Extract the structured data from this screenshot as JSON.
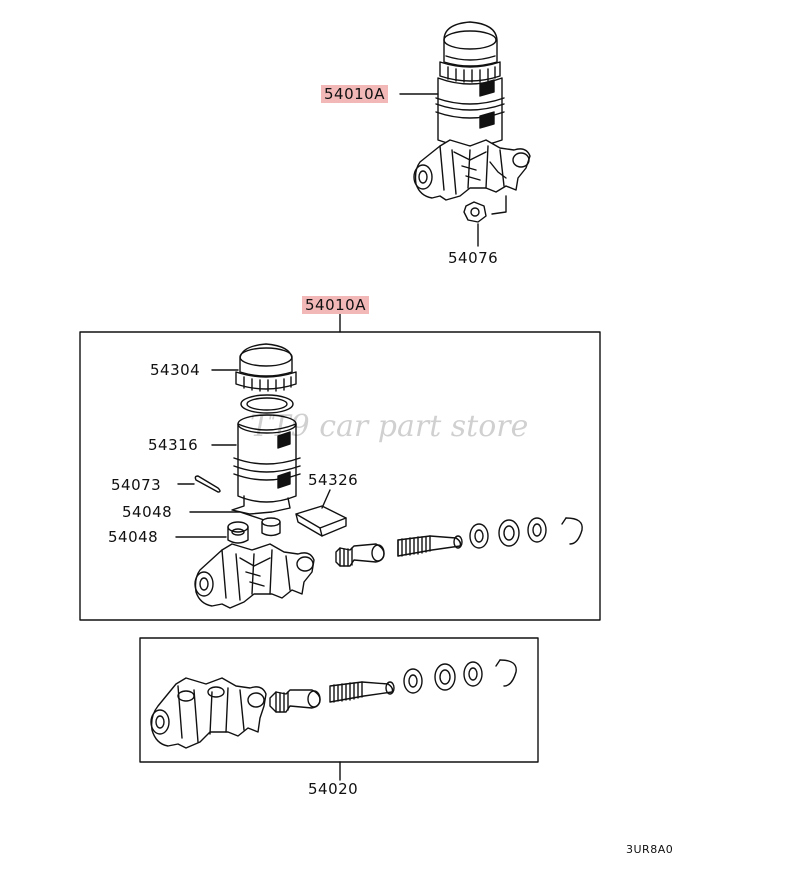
{
  "colors": {
    "line": "#111111",
    "label_highlight": "#f2b8b8",
    "watermark": "#b9b9b9"
  },
  "labels": {
    "assembly_top": "54010A",
    "nut": "54076",
    "assembly_box": "54010A",
    "cap": "54304",
    "reservoir": "54316",
    "pin": "54073",
    "grommet_upper": "54048",
    "grommet_lower": "54048",
    "gasket": "54326",
    "kit": "54020"
  },
  "watermark": "TT9 car part store",
  "diagram_code": "3UR8A0"
}
